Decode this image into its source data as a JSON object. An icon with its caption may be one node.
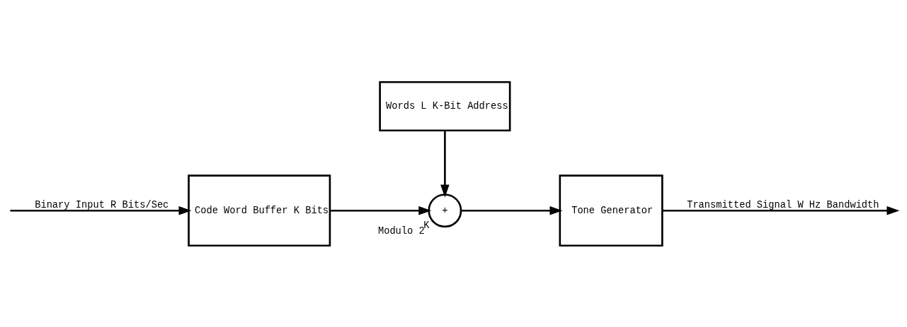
{
  "diagram": {
    "nodes": [
      {
        "text": [
          "Code Word Buffer K Bits"
        ]
      },
      {
        "text": [
          "+"
        ],
        "beside": [
          "Modulo 2$^{K}$"
        ]
      },
      {
        "text": [
          "Tone Generator"
        ]
      },
      {
        "text": [
          "Words L K-Bit Address"
        ]
      }
    ],
    "edges": [
      {
        "from": null,
        "to": 0,
        "arrow": "to",
        "label": "Binary Input R Bits/Sec"
      },
      {
        "from": 0,
        "to": 1,
        "arrow": "to"
      },
      {
        "from": 1,
        "to": 2,
        "arrow": "to"
      },
      {
        "from": 3,
        "to": 1,
        "arrow": "to"
      },
      {
        "from": 2,
        "to": null,
        "arrow": "to",
        "label": "Transmitted Signal W Hz Bandwidth"
      }
    ]
  }
}
